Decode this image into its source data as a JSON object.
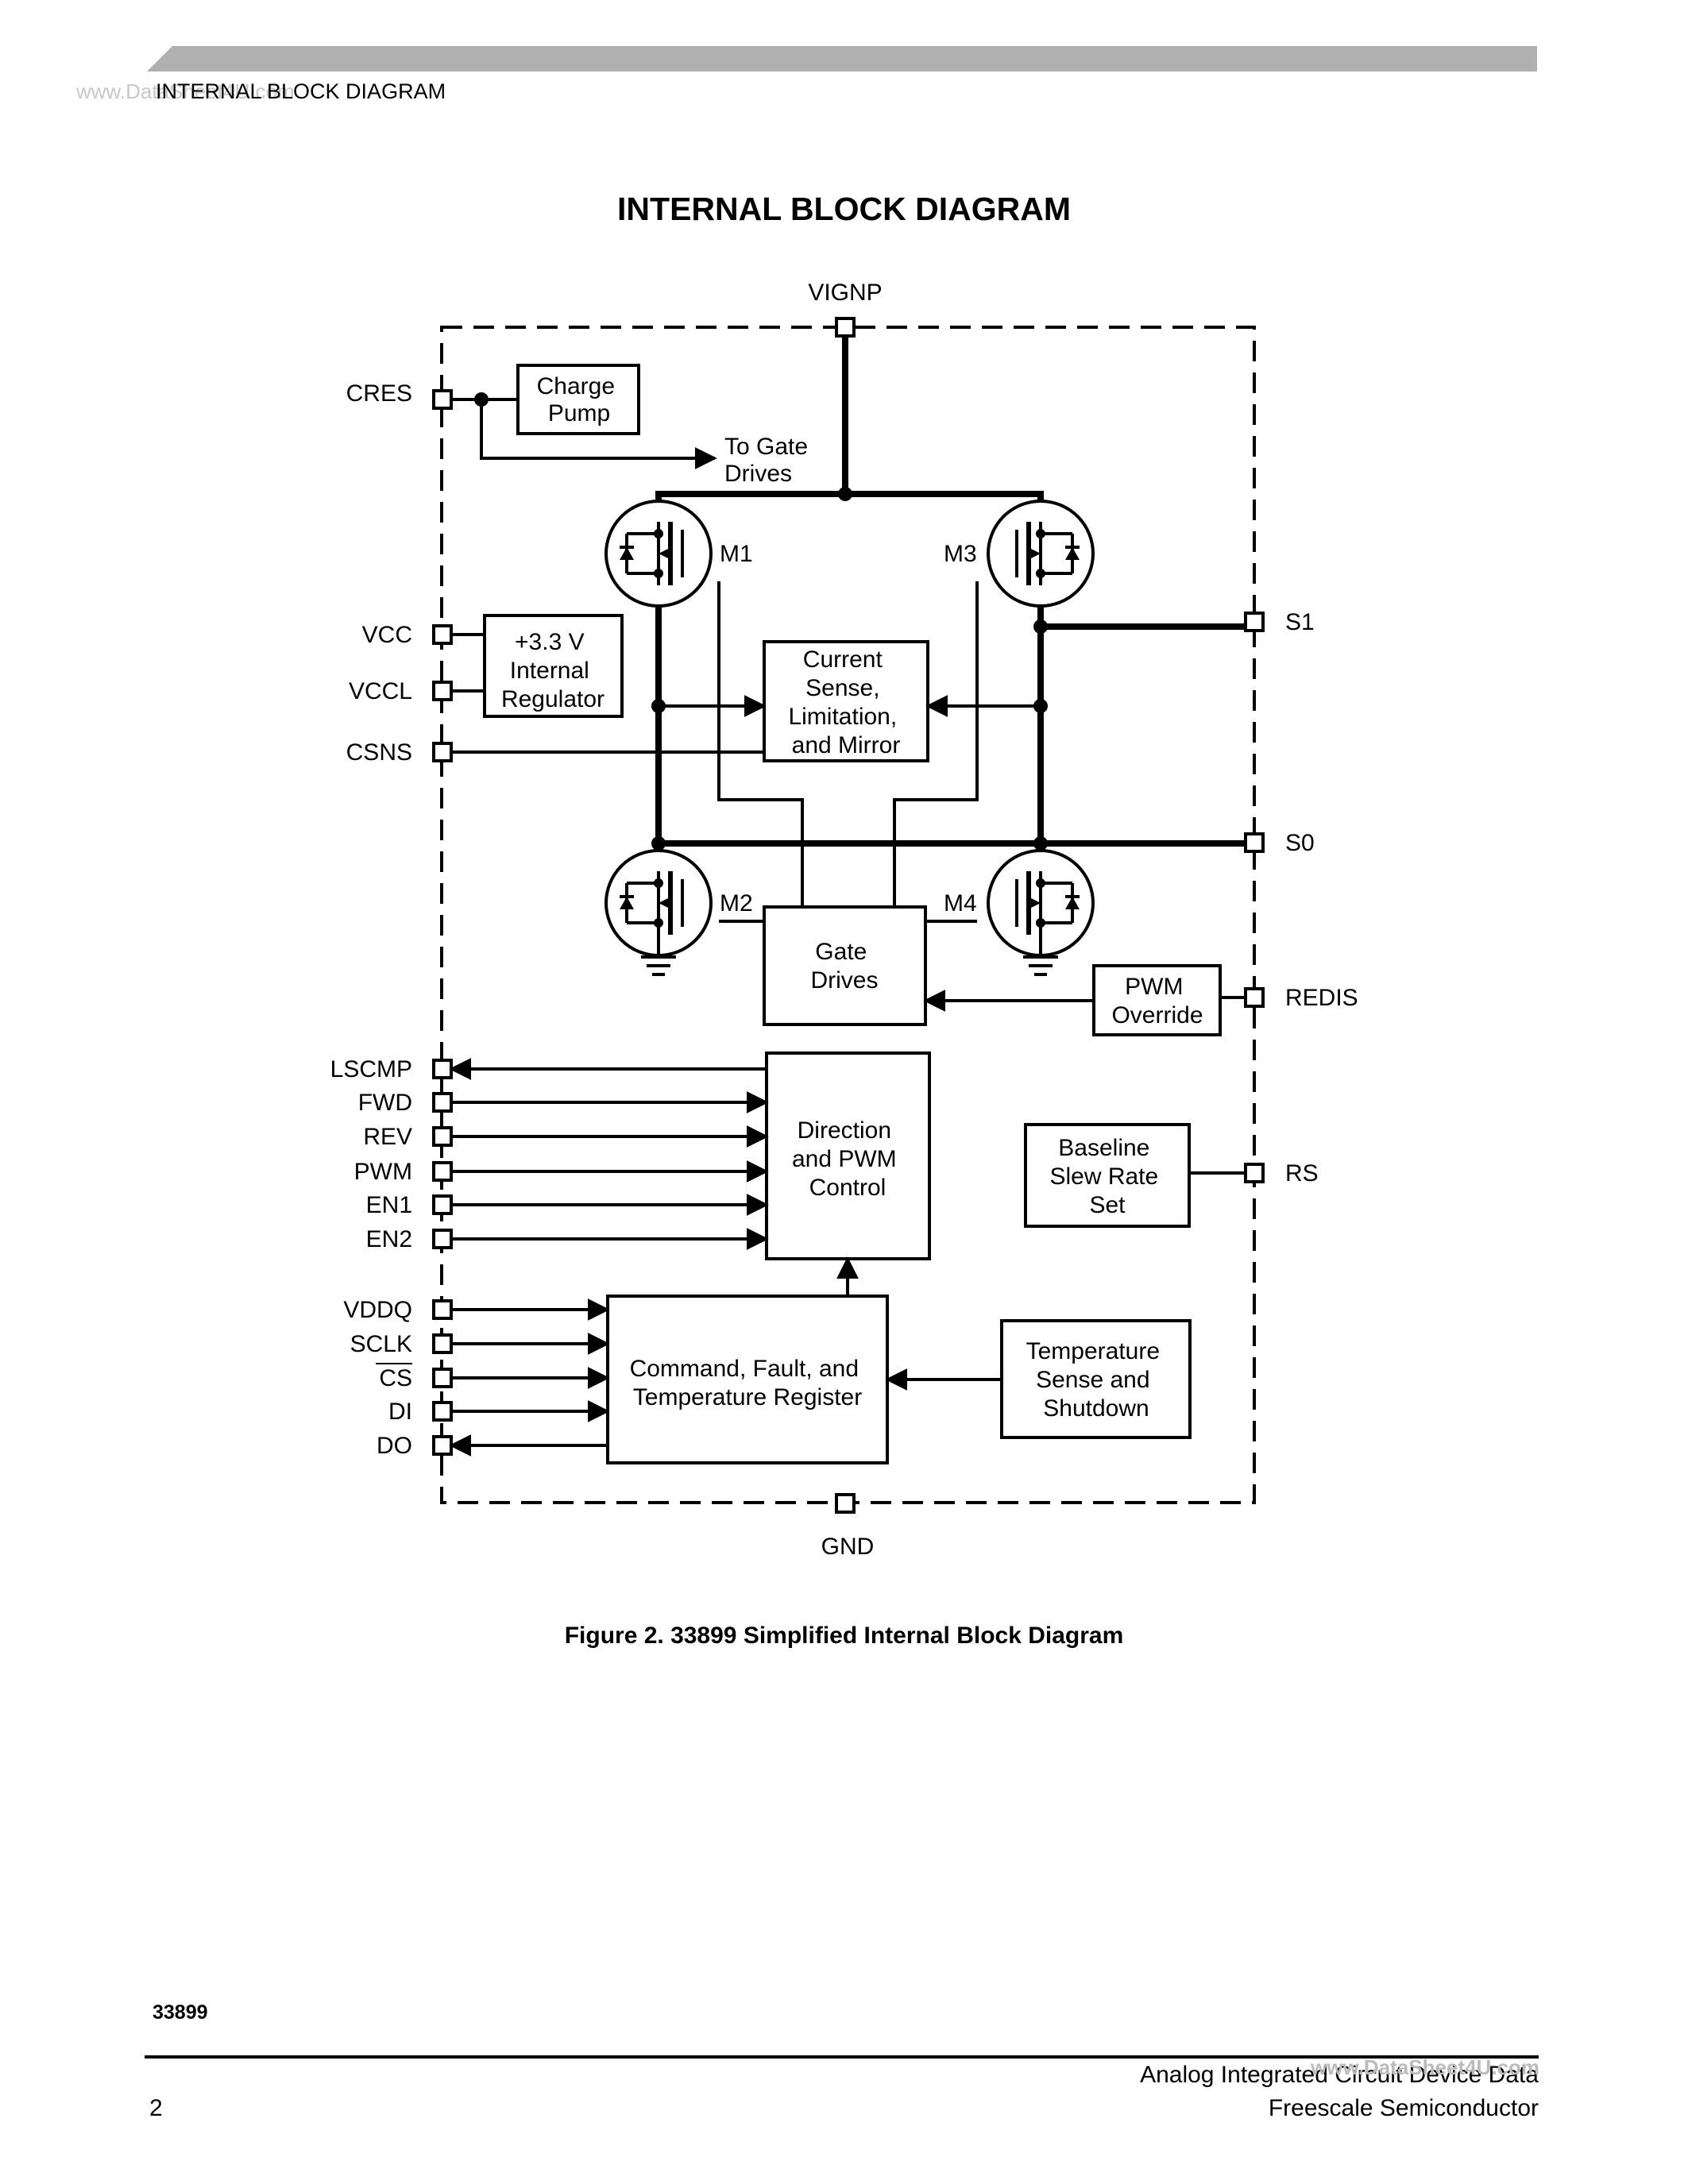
{
  "header": {
    "section_label": "INTERNAL BLOCK DIAGRAM",
    "watermark": "www.DataSheet4U.com"
  },
  "title": "INTERNAL BLOCK DIAGRAM",
  "diagram": {
    "pins": {
      "vignp": "VIGNP",
      "gnd": "GND",
      "cres": "CRES",
      "vcc": "VCC",
      "vccl": "VCCL",
      "csns": "CSNS",
      "lscmp": "LSCMP",
      "fwd": "FWD",
      "rev": "REV",
      "pwm": "PWM",
      "en1": "EN1",
      "en2": "EN2",
      "vddq": "VDDQ",
      "sclk": "SCLK",
      "cs": "CS",
      "di": "DI",
      "do": "DO",
      "s1": "S1",
      "s0": "S0",
      "redis": "REDIS",
      "rs": "RS"
    },
    "blocks": {
      "charge_pump": [
        "Charge",
        "Pump"
      ],
      "to_gate_drives": [
        "To Gate",
        "Drives"
      ],
      "regulator": [
        "+3.3 V",
        "Internal",
        "Regulator"
      ],
      "current_sense": [
        "Current",
        "Sense,",
        "Limitation,",
        "and Mirror"
      ],
      "gate_drives": [
        "Gate",
        "Drives"
      ],
      "pwm_override": [
        "PWM",
        "Override"
      ],
      "direction_control": [
        "Direction",
        "and PWM",
        "Control"
      ],
      "baseline_slew": [
        "Baseline",
        "Slew Rate",
        "Set"
      ],
      "command_register": [
        "Command, Fault, and",
        "Temperature Register"
      ],
      "temperature_sense": [
        "Temperature",
        "Sense and",
        "Shutdown"
      ]
    },
    "transistors": {
      "m1": "M1",
      "m2": "M2",
      "m3": "M3",
      "m4": "M4"
    }
  },
  "caption": "Figure 2. 33899 Simplified Internal Block Diagram",
  "footer": {
    "part_number": "33899",
    "page_number": "2",
    "line1": "Analog Integrated Circuit Device Data",
    "line2": "Freescale Semiconductor",
    "watermark": "www.DataSheet4U.com"
  }
}
